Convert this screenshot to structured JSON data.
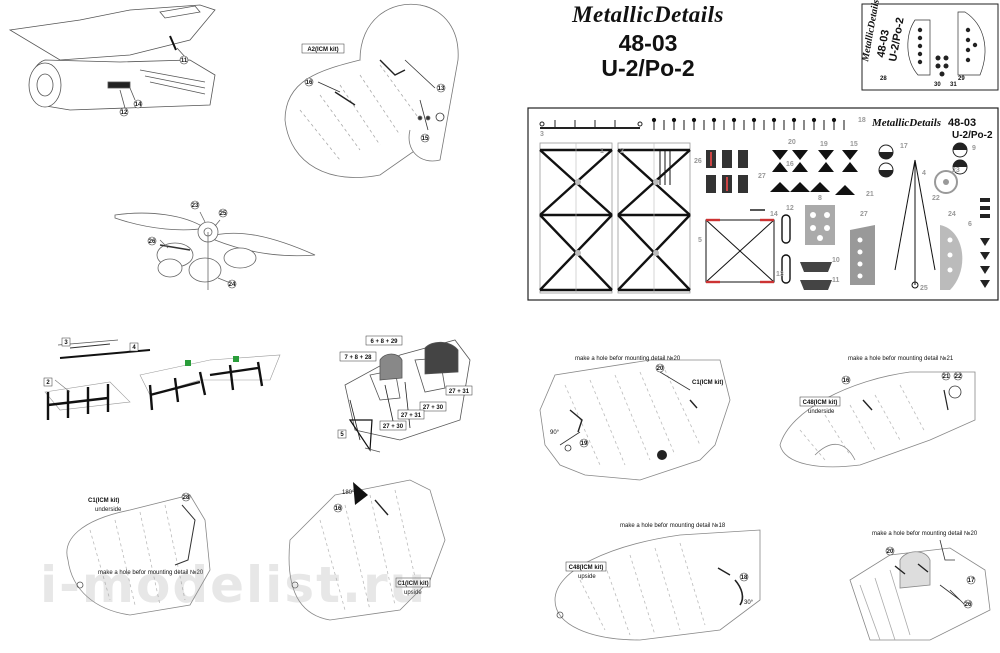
{
  "brand": {
    "logo": "MetallicDetails",
    "code": "48-03",
    "model": "U-2/Po-2"
  },
  "fret": {
    "logo": "MetallicDetails",
    "code": "48-03",
    "model": "U-2/Po-2"
  },
  "mini_fret": {
    "logo": "MetallicDetails",
    "code": "48-03",
    "model": "U-2/Po-2"
  },
  "watermark": "i-modelist.ru",
  "labels": {
    "a2": "A2(ICM kit)",
    "c1_a": "C1(ICM kit)",
    "c1_b": "C1(ICM kit)",
    "c1_c": "C1(ICM kit)",
    "c48_a": "C48(ICM kit)",
    "c48_b": "C48(ICM kit)",
    "underside_a": "underside",
    "underside_b": "underside",
    "upside_a": "upside",
    "upside_b": "upside"
  },
  "notes": {
    "hole20_a": "make a hole befor mounting detail №20",
    "hole21": "make a hole befor mounting detail №21",
    "hole20_b": "make a hole befor mounting detail №20",
    "hole18": "make a hole befor mounting detail №18",
    "hole20_c": "make a hole befor mounting detail №20"
  },
  "angles": {
    "a90": "90°",
    "a180": "180°",
    "a30": "30°"
  },
  "combos": {
    "c6829": "6 + 8 + 29",
    "c7828": "7 + 8 + 28",
    "c2731": "27 + 31",
    "c2730": "27 + 30",
    "c2731b": "27 + 31",
    "c2730b": "27 + 30"
  },
  "parts": {
    "p11": "11",
    "p14": "14",
    "p12": "12",
    "p16": "16",
    "p13": "13",
    "p15": "15",
    "p23": "23",
    "p25": "25",
    "p26": "26",
    "p24": "24",
    "p3": "3",
    "p4": "4",
    "p2": "2",
    "p5": "5",
    "p28a": "28",
    "p19": "19",
    "p21": "21",
    "p22": "22",
    "p16b": "16",
    "p20a": "20",
    "p16c": "16",
    "p18": "18",
    "p20b": "20",
    "p17": "17",
    "p26b": "26"
  },
  "fret_nums": {
    "f3": "3",
    "f1": "1",
    "f2": "2",
    "f5": "5",
    "f26": "26",
    "f27": "27",
    "f20": "20",
    "f19": "19",
    "f15": "15",
    "f16": "16",
    "f8": "8",
    "f14": "14",
    "f12": "12",
    "f13": "13",
    "f10": "10",
    "f11": "11",
    "f9": "9",
    "f17": "17",
    "f18": "18",
    "f4": "4",
    "f23": "23",
    "f22": "22",
    "f21": "21",
    "f24": "24",
    "f7": "7",
    "f25": "25",
    "f6": "6",
    "f27b": "27"
  },
  "mini_nums": {
    "m28": "28",
    "m30": "30",
    "m31": "31",
    "m29": "29"
  }
}
